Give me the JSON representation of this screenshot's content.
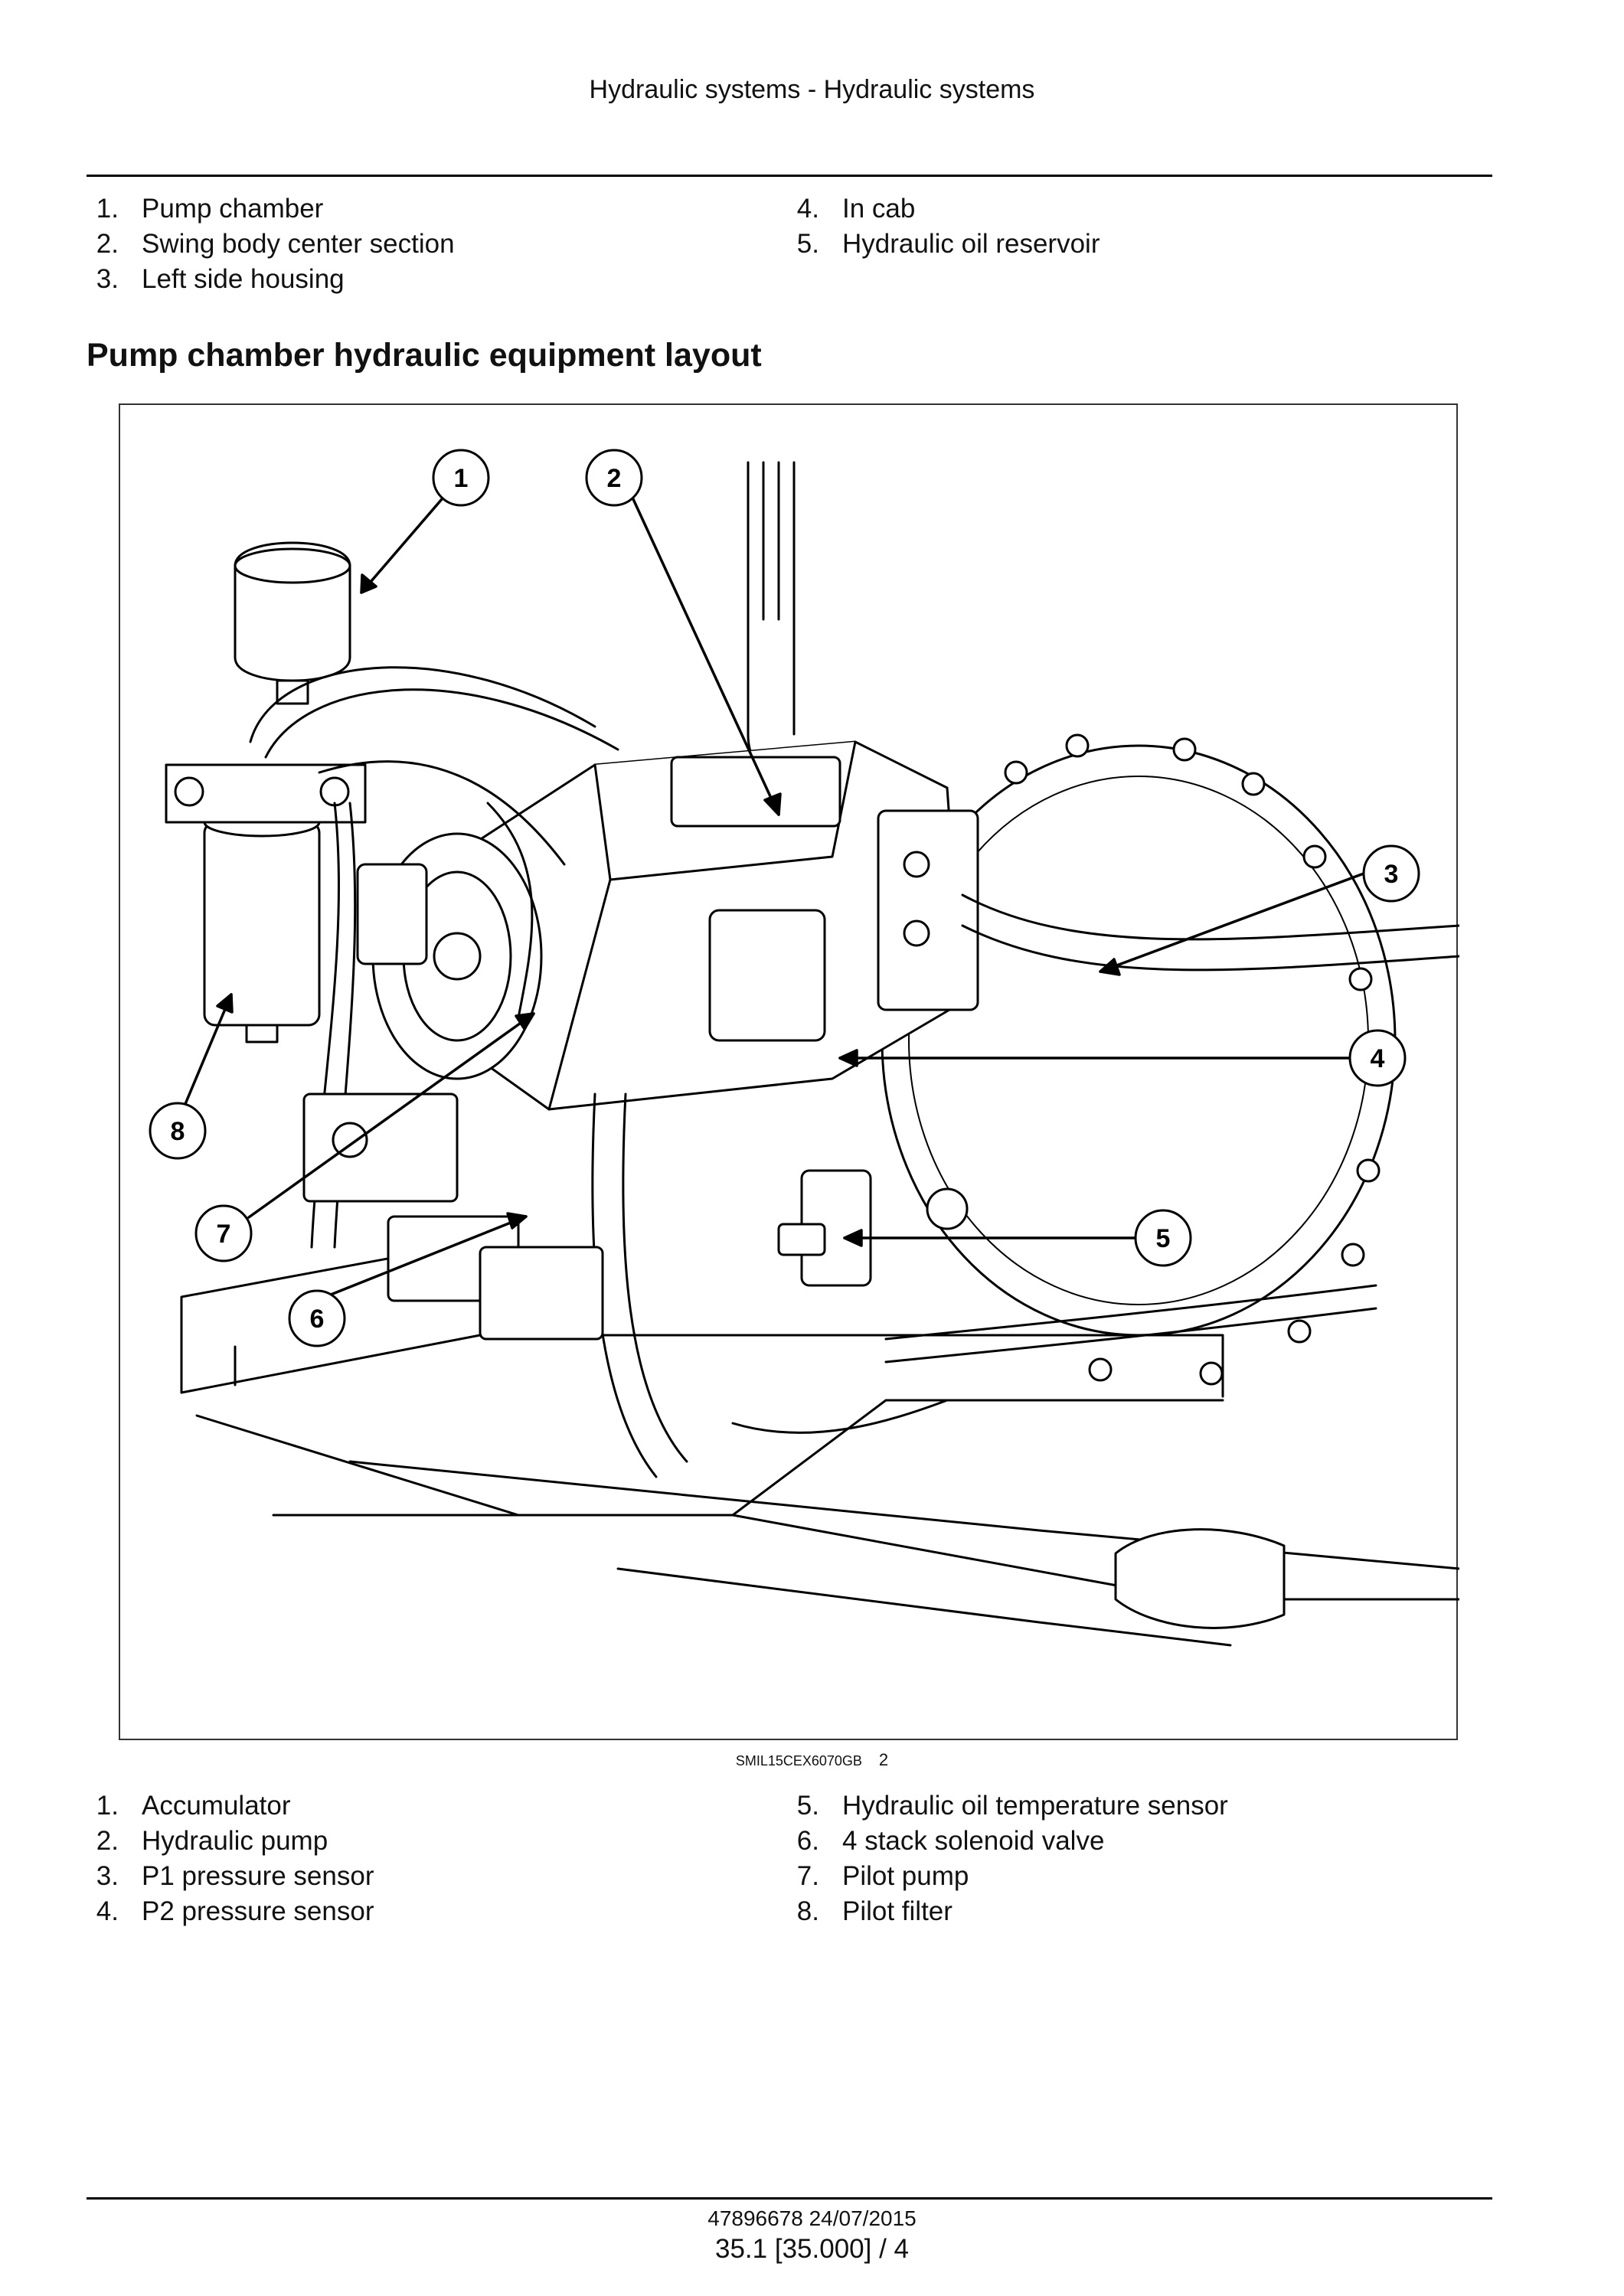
{
  "header": {
    "title": "Hydraulic systems - Hydraulic systems"
  },
  "legend_top": {
    "left": [
      {
        "num": "1.",
        "label": "Pump chamber"
      },
      {
        "num": "2.",
        "label": "Swing body center section"
      },
      {
        "num": "3.",
        "label": "Left side housing"
      }
    ],
    "right": [
      {
        "num": "4.",
        "label": "In cab"
      },
      {
        "num": "5.",
        "label": "Hydraulic oil reservoir"
      }
    ]
  },
  "section": {
    "title": "Pump chamber hydraulic equipment layout"
  },
  "figure": {
    "callouts": [
      "1",
      "2",
      "3",
      "4",
      "5",
      "6",
      "7",
      "8"
    ],
    "caption_code": "SMIL15CEX6070GB",
    "caption_number": "2"
  },
  "legend_bottom": {
    "left": [
      {
        "num": "1.",
        "label": "Accumulator"
      },
      {
        "num": "2.",
        "label": "Hydraulic pump"
      },
      {
        "num": "3.",
        "label": "P1 pressure sensor"
      },
      {
        "num": "4.",
        "label": "P2 pressure sensor"
      }
    ],
    "right": [
      {
        "num": "5.",
        "label": "Hydraulic oil temperature sensor"
      },
      {
        "num": "6.",
        "label": "4 stack solenoid valve"
      },
      {
        "num": "7.",
        "label": "Pilot pump"
      },
      {
        "num": "8.",
        "label": "Pilot filter"
      }
    ]
  },
  "footer": {
    "doc_id": "47896678 24/07/2015",
    "page": "35.1 [35.000] / 4"
  }
}
